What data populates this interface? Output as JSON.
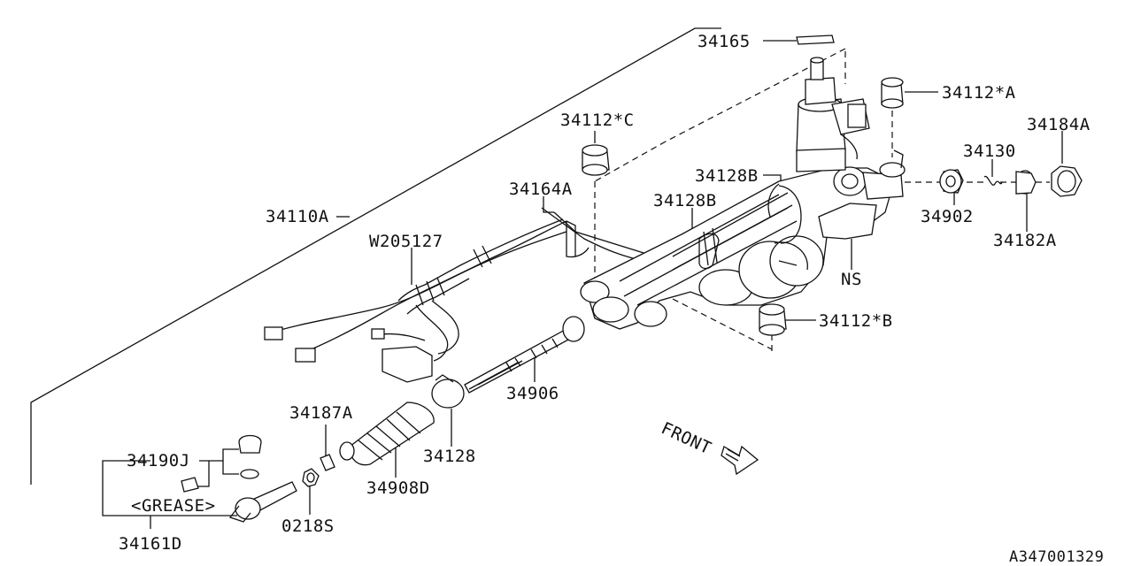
{
  "labels": {
    "p34165": "34165",
    "p34112a": "34112*A",
    "p34112c": "34112*C",
    "p34184a": "34184A",
    "p34130": "34130",
    "p34128b_top": "34128B",
    "p34164a": "34164A",
    "p34128b_mid": "34128B",
    "p34110a": "34110A",
    "p34902": "34902",
    "p34182a": "34182A",
    "w205127": "W205127",
    "ns": "NS",
    "p34112b": "34112*B",
    "p34906": "34906",
    "p34187a": "34187A",
    "front": "FRONT",
    "p34190j": "34190J",
    "p34128": "34128",
    "p34908d": "34908D",
    "grease": "<GREASE>",
    "p0218s": "0218S",
    "p34161d": "34161D",
    "diagram_code": "A347001329"
  },
  "colors": {
    "ink": "#111111",
    "background": "#ffffff"
  }
}
